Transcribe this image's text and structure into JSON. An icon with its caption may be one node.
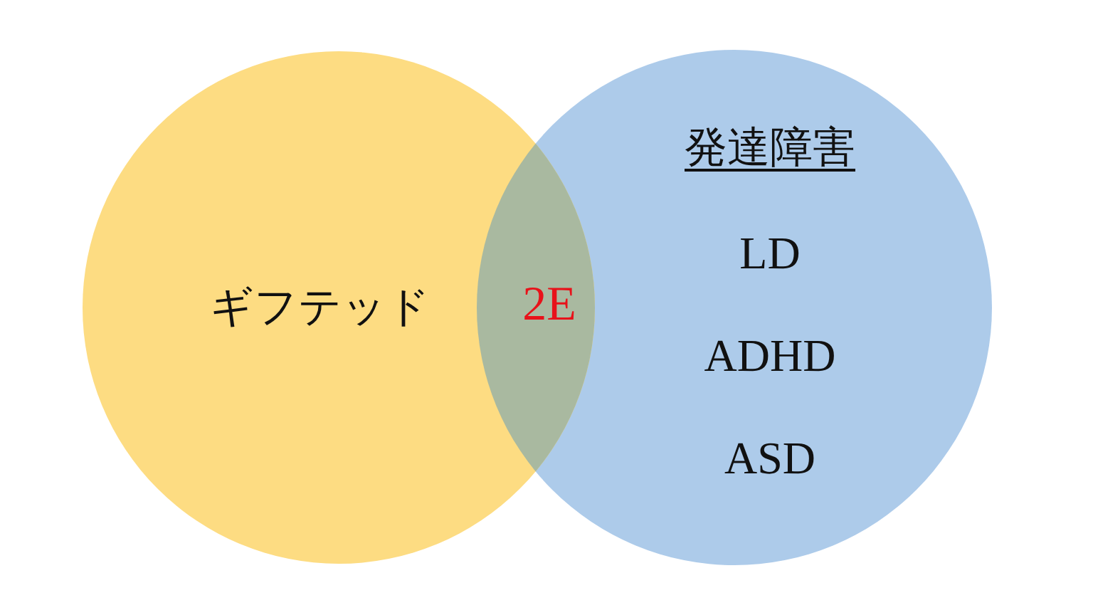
{
  "diagram": {
    "nodes": [
      {
        "text": [
          "ギフテッド"
        ]
      },
      {
        "text": [
          "発達障害",
          "LD",
          "ADHD",
          "ASD"
        ]
      }
    ],
    "labels": [
      "2E"
    ]
  }
}
